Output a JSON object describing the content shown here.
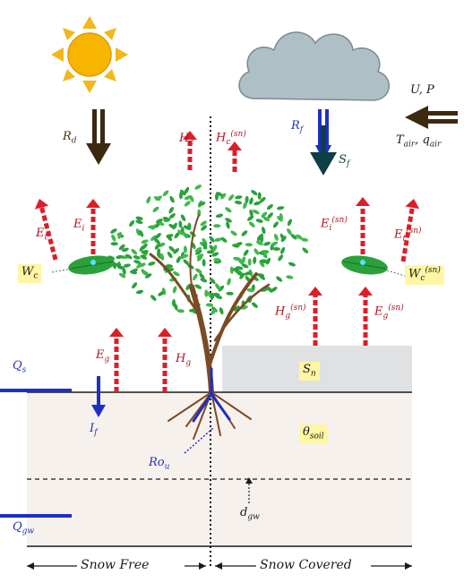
{
  "labels": {
    "rd": "R",
    "rd_sub": "d",
    "rf": "R",
    "rf_sub": "f",
    "sf": "S",
    "sf_sub": "f",
    "up": "U, P",
    "tq_t": "T",
    "tq_t_sub": "air",
    "tq_q": "q",
    "tq_q_sub": "air",
    "hc": "H",
    "hc_sub": "c",
    "hcsn": "H",
    "hcsn_sub": "c",
    "hcsn_sup": "(sn)",
    "et_l": "E",
    "et_l_sub": "t",
    "ei_l": "E",
    "ei_l_sub": "i",
    "wc_l": "W",
    "wc_l_sub": "c",
    "eisn": "E",
    "eisn_sub": "i",
    "eisn_sup": "(sn)",
    "etsn": "E",
    "etsn_sub": "t",
    "etsn_sup": "(sn)",
    "wcsn": "W",
    "wcsn_sub": "c",
    "wcsn_sup": "(sn)",
    "hgsn": "H",
    "hgsn_sub": "g",
    "hgsn_sup": "(sn)",
    "egsn": "E",
    "egsn_sub": "g",
    "egsn_sup": "(sn)",
    "eg": "E",
    "eg_sub": "g",
    "hg": "H",
    "hg_sub": "g",
    "sn": "S",
    "sn_sub": "n",
    "qs": "Q",
    "qs_sub": "s",
    "if": "I",
    "if_sub": "f",
    "theta": "θ",
    "theta_sub": "soil",
    "rou": "Ro",
    "rou_sub": "u",
    "dgw": "d",
    "dgw_sub": "gw",
    "qgw": "Q",
    "qgw_sub": "gw",
    "snow_free": "Snow Free",
    "snow_covered": "Snow Covered"
  },
  "colors": {
    "sun": "#f7b500",
    "sun_rays": "#f1b71c",
    "cloud": "#aebfc6",
    "soil": "#f7f1ed",
    "snow": "#e0e1e3",
    "red_arrow": "#dd1d28",
    "brown_arrow": "#3b2a10",
    "blue": "#1f2fc4",
    "leaf": "#2aa13b",
    "trunk": "#7b4b23",
    "highlight": "#fff6a3"
  },
  "icons": {
    "sun": "sun-icon",
    "cloud": "cloud-icon",
    "tree": "tree-icon",
    "leaf": "leaf-icon"
  }
}
